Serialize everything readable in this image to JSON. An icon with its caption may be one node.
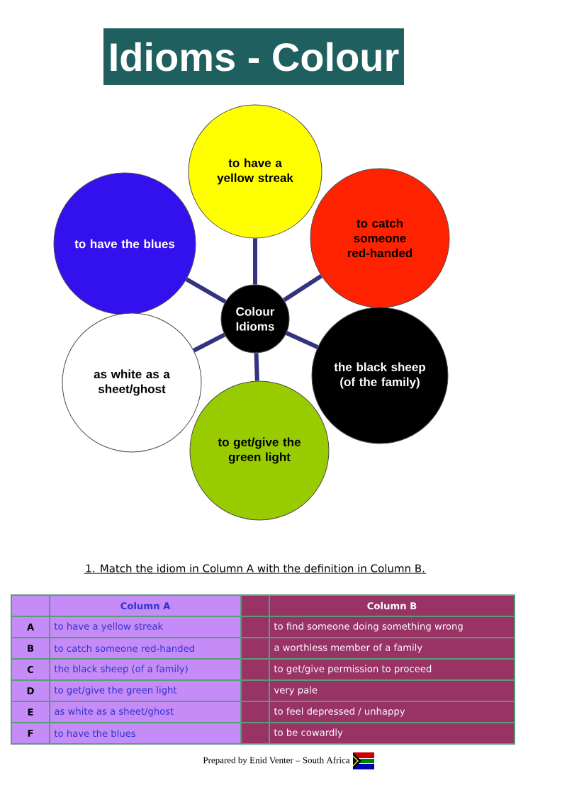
{
  "diagram": {
    "title": "Idioms - Colour",
    "nodes": [
      {
        "text": [
          "to have a yellow streak"
        ]
      },
      {
        "text": [
          "to have the blues"
        ]
      },
      {
        "text": [
          "to catch someone red-handed"
        ]
      },
      {
        "text": [
          "Colour Idioms"
        ]
      },
      {
        "text": [
          "the black sheep (of the family)"
        ]
      },
      {
        "text": [
          "as white as a sheet/ghost"
        ]
      },
      {
        "text": [
          "to get/give the green light"
        ]
      }
    ],
    "edges": [
      {
        "from": 3,
        "to": 0,
        "arrow": "none"
      },
      {
        "from": 3,
        "to": 1,
        "arrow": "none"
      },
      {
        "from": 3,
        "to": 2,
        "arrow": "none"
      },
      {
        "from": 3,
        "to": 4,
        "arrow": "none"
      },
      {
        "from": 3,
        "to": 5,
        "arrow": "none"
      },
      {
        "from": 3,
        "to": 6,
        "arrow": "none"
      }
    ],
    "labels": [
      "1.    Match the idiom in Column A with the definition in Column B.",
      "Column A",
      "Column B",
      "A",
      "to have a yellow streak",
      "to find someone doing something wrong",
      "B",
      "to catch someone red-handed",
      "a worthless member of a family",
      "C",
      "the black sheep (of a family)",
      "to get/give permission to proceed",
      "D",
      "to get/give the green light",
      "very pale",
      "E",
      "as white as a sheet/ghost",
      "to feel depressed / unhappy",
      "F",
      "to have the blues",
      "to be cowardly",
      "Prepared by Enid Venter – South Africa"
    ]
  }
}
